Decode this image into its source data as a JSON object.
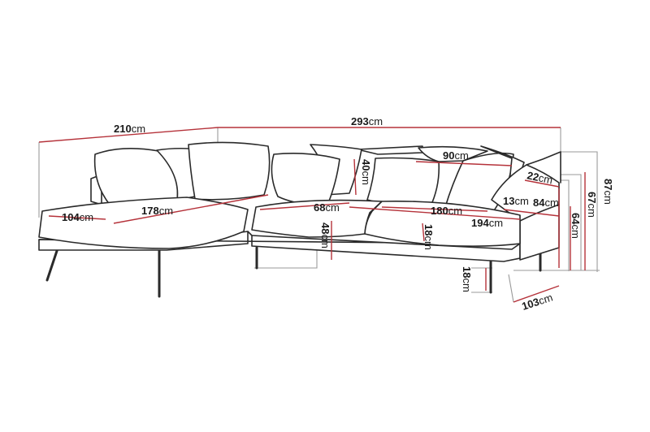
{
  "dimensions": {
    "total_length": {
      "value": "293",
      "unit": "cm"
    },
    "chaise_length": {
      "value": "210",
      "unit": "cm"
    },
    "back_width_right": {
      "value": "90",
      "unit": "cm"
    },
    "back_height": {
      "value": "40",
      "unit": "cm"
    },
    "arm_width": {
      "value": "22",
      "unit": "cm"
    },
    "total_height": {
      "value": "87",
      "unit": "cm"
    },
    "arm_height": {
      "value": "67",
      "unit": "cm"
    },
    "back_support_height": {
      "value": "64",
      "unit": "cm"
    },
    "arm_depth": {
      "value": "84",
      "unit": "cm"
    },
    "arm_top": {
      "value": "13",
      "unit": "cm"
    },
    "chaise_width": {
      "value": "104",
      "unit": "cm"
    },
    "chaise_seat_length": {
      "value": "178",
      "unit": "cm"
    },
    "seat_depth_mid": {
      "value": "68",
      "unit": "cm"
    },
    "seat_width_right": {
      "value": "180",
      "unit": "cm"
    },
    "seat_width_total": {
      "value": "194",
      "unit": "cm"
    },
    "seat_height": {
      "value": "48",
      "unit": "cm"
    },
    "cushion_thickness": {
      "value": "18",
      "unit": "cm"
    },
    "leg_height": {
      "value": "18",
      "unit": "cm"
    },
    "total_depth": {
      "value": "103",
      "unit": "cm"
    }
  }
}
